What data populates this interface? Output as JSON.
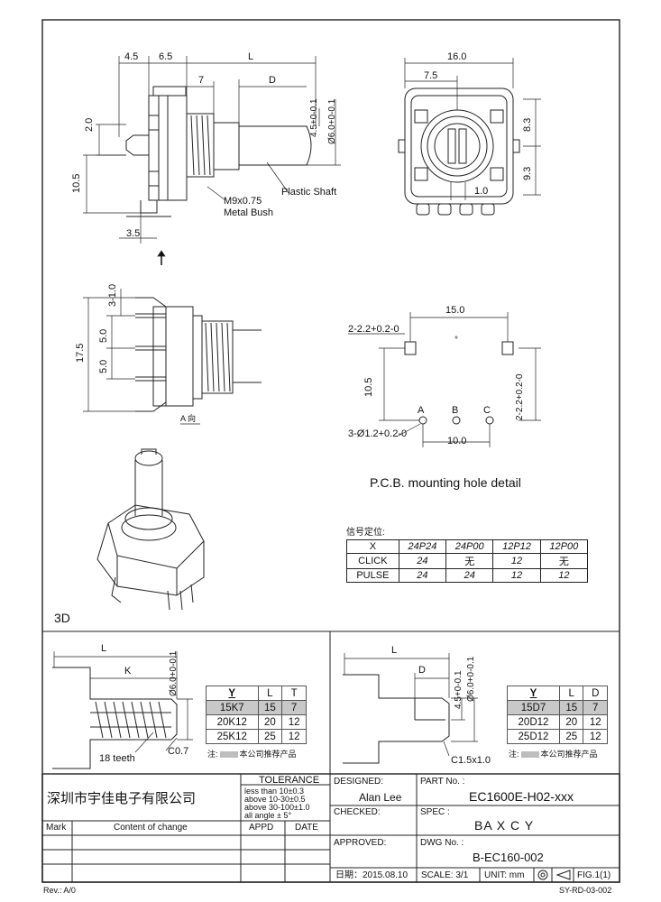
{
  "dims": {
    "d4_5": "4.5",
    "d6_5": "6.5",
    "L": "L",
    "d7": "7",
    "D": "D",
    "d2_0": "2.0",
    "d10_5": "10.5",
    "d3_5": "3.5",
    "shaft_tol": "4.5+0-0.1",
    "shaft_dia": "Ø6.0+0-0.1",
    "d16_0": "16.0",
    "d7_5": "7.5",
    "d8_3": "8.3",
    "d9_3": "9.3",
    "d1_0": "1.0",
    "d3_1_0": "3-1.0",
    "d17_5": "17.5",
    "d5_0a": "5.0",
    "d5_0b": "5.0",
    "hole_15": "15.0",
    "hole_2_2": "2-2.2+0.2-0",
    "hole_10_5": "10.5",
    "hole_2_2v": "2-2.2+0.2-0",
    "hole_3_dia": "3-Ø1.2+0.2-0",
    "hole_10": "10.0",
    "A": "A",
    "B": "B",
    "C": "C"
  },
  "labels": {
    "plastic_shaft": "Plastic Shaft",
    "m9": "M9x0.75",
    "metal_bush": "Metal Bush",
    "a_dir": "A 向",
    "pcb_title": "P.C.B.  mounting hole detail",
    "three_d": "3D",
    "knurl_teeth": "18 teeth",
    "c07": "C0.7",
    "c15": "C1.5x1.0",
    "L2": "L",
    "K": "K",
    "dia2": "Ø6.0+0-0.1",
    "L3": "L",
    "D3": "D",
    "tol3": "4.5+0-0.1",
    "dia3": "Ø6.0+0-0.1"
  },
  "signal_table": {
    "caption": "信号定位:",
    "header": [
      "X",
      "24P24",
      "24P00",
      "12P12",
      "12P00"
    ],
    "rows": [
      [
        "CLICK",
        "24",
        "无",
        "12",
        "无"
      ],
      [
        "PULSE",
        "24",
        "24",
        "12",
        "12"
      ]
    ]
  },
  "table_k": {
    "header": [
      "Y",
      "L",
      "T"
    ],
    "rows": [
      [
        "15K7",
        "15",
        "7"
      ],
      [
        "20K12",
        "20",
        "12"
      ],
      [
        "25K12",
        "25",
        "12"
      ]
    ],
    "note": "注:",
    "note_text": "本公司推荐产品"
  },
  "table_d": {
    "header": [
      "Y",
      "L",
      "D"
    ],
    "rows": [
      [
        "15D7",
        "15",
        "7"
      ],
      [
        "20D12",
        "20",
        "12"
      ],
      [
        "25D12",
        "25",
        "12"
      ]
    ],
    "note": "注:",
    "note_text": "本公司推荐产品"
  },
  "title_block": {
    "company": "深圳市宇佳电子有限公司",
    "tolerance_title": "TOLERANCE",
    "tol_lines": [
      "less  than 10±0.3",
      "above 10-30±0.5",
      "above  30-100±1.0",
      "all angle ± 5°"
    ],
    "mark": "Mark",
    "content_of_change": "Content of change",
    "appd": "APPD",
    "date": "DATE",
    "designed_label": "DESIGNED:",
    "designed_value": "Alan Lee",
    "checked_label": "CHECKED:",
    "approved_label": "APPROVED:",
    "part_no_label": "PART No. :",
    "part_no_value": "EC1600E-H02-xxx",
    "spec_label": "SPEC :",
    "spec_value": "BA X C Y",
    "dwg_label": "DWG No. :",
    "dwg_value": "B-EC160-002",
    "date_line": "日期：2015.08.10",
    "scale": "SCALE: 3/1",
    "unit": "UNIT: mm",
    "fig": "FIG.1(1)",
    "rev": "Rev.: A/0",
    "doc_no": "SY-RD-03-002"
  }
}
